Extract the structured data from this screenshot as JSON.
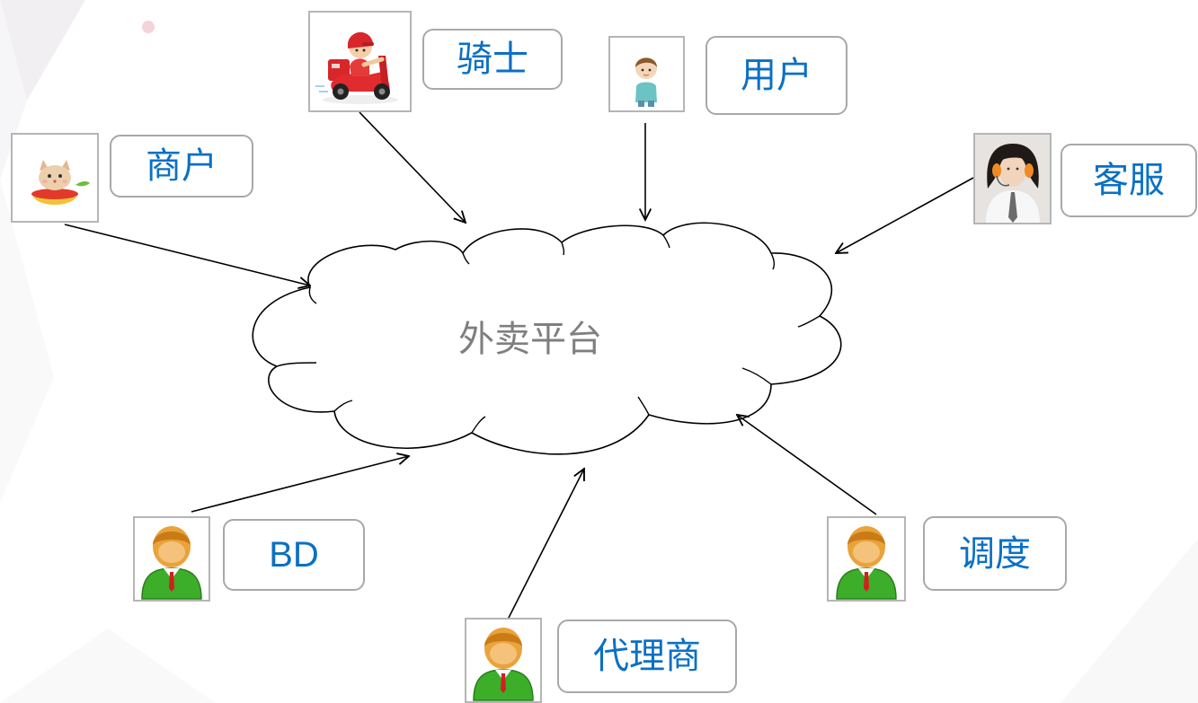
{
  "diagram": {
    "center": {
      "label": "外卖平台"
    },
    "actors": [
      {
        "label": "骑士",
        "icon": "rider-scooter-icon",
        "arrow_to_center": true
      },
      {
        "label": "用户",
        "icon": "user-boy-icon",
        "arrow_to_center": true
      },
      {
        "label": "商户",
        "icon": "merchant-cat-chef-icon",
        "arrow_to_center": true
      },
      {
        "label": "客服",
        "icon": "customer-service-headset-icon",
        "arrow_to_center": true
      },
      {
        "label": "BD",
        "icon": "businessman-green-icon",
        "arrow_to_center": true
      },
      {
        "label": "代理商",
        "icon": "businessman-green-icon",
        "arrow_to_center": true
      },
      {
        "label": "调度",
        "icon": "businessman-green-icon",
        "arrow_to_center": true
      }
    ]
  },
  "colors": {
    "label_text": "#0b70c4",
    "center_text": "#7f7f7f",
    "box_border": "#a8a8a8",
    "cloud_stroke": "#000000",
    "arrow": "#000000"
  }
}
